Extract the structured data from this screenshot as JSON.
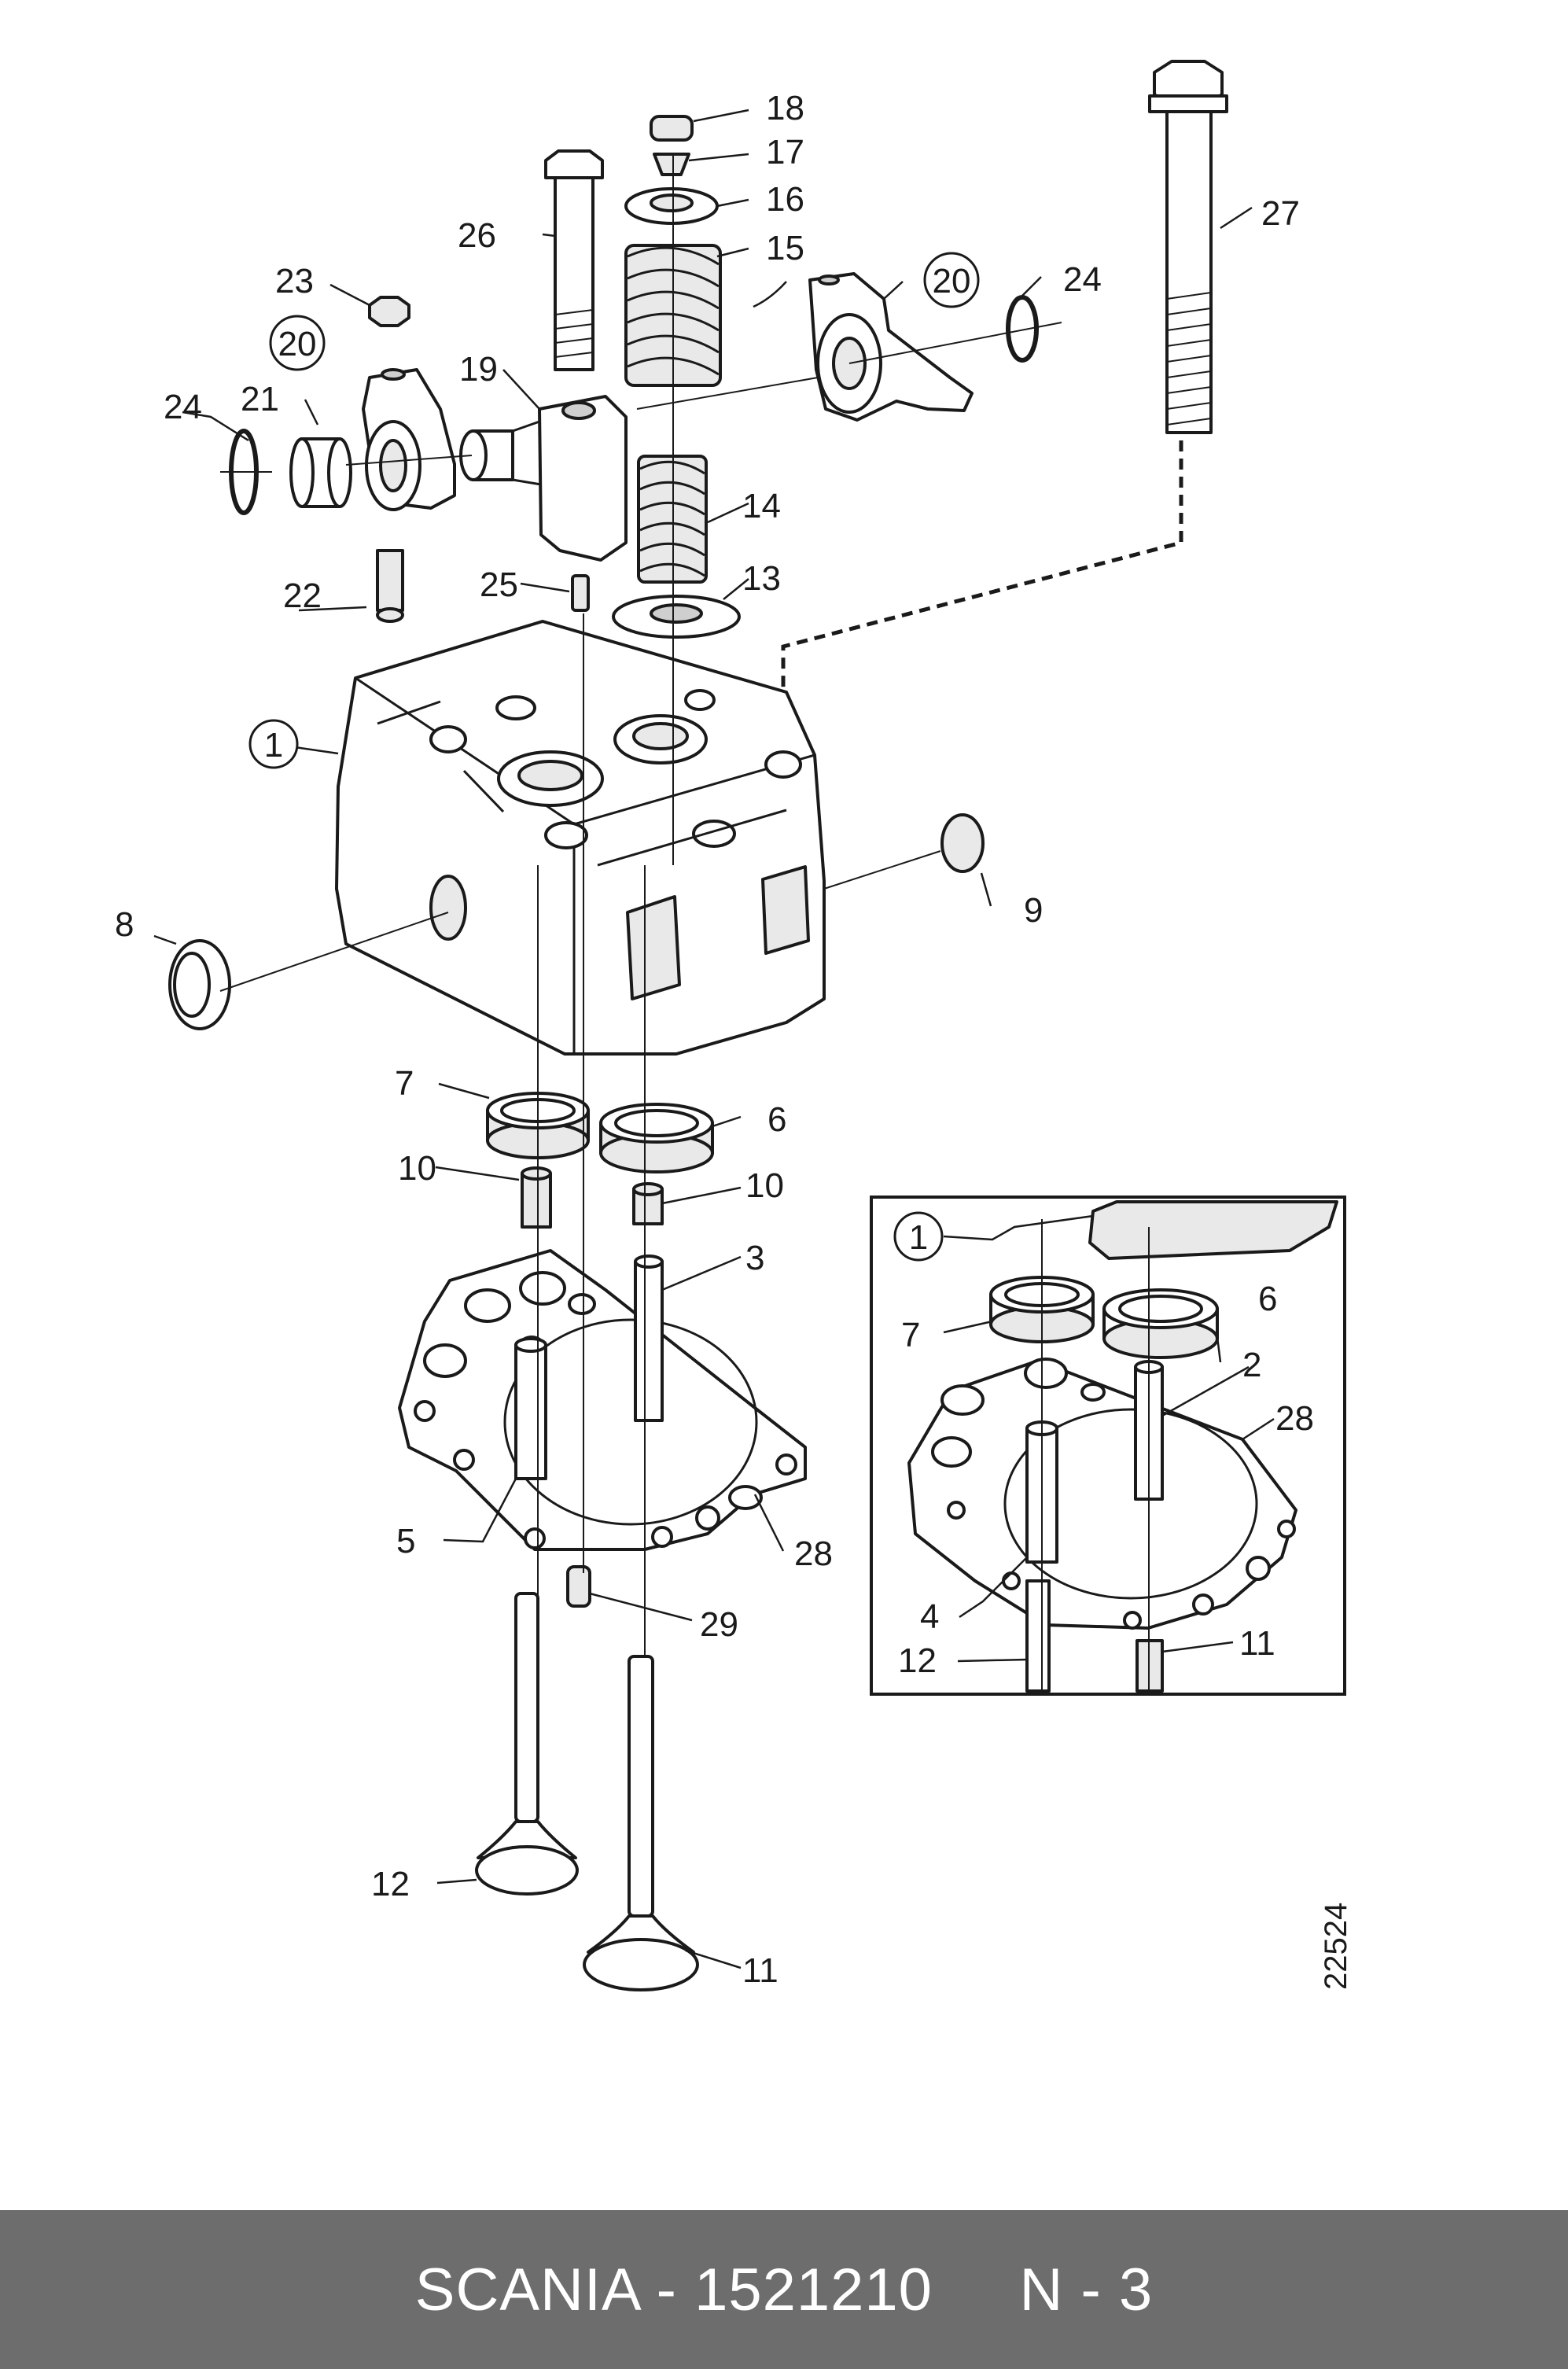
{
  "diagram": {
    "document_number": "22524",
    "callouts": {
      "c1": "1",
      "c2": "2",
      "c3": "3",
      "c4": "4",
      "c5": "5",
      "c6": "6",
      "c7": "7",
      "c8": "8",
      "c9": "9",
      "c10a": "10",
      "c10b": "10",
      "c11": "11",
      "c12": "12",
      "c13": "13",
      "c14": "14",
      "c15": "15",
      "c16": "16",
      "c17": "17",
      "c18": "18",
      "c19": "19",
      "c20a": "20",
      "c20b": "20",
      "c21": "21",
      "c22": "22",
      "c23": "23",
      "c24a": "24",
      "c24b": "24",
      "c25": "25",
      "c26": "26",
      "c27": "27",
      "c28": "28",
      "c29": "29"
    },
    "inset_callouts": {
      "c1": "1",
      "c2": "2",
      "c4": "4",
      "c6": "6",
      "c7": "7",
      "c11": "11",
      "c12": "12",
      "c28": "28"
    }
  },
  "footer": {
    "text": "SCANIA - 1521210     N - 3",
    "background_color": "#6d6d6d",
    "text_color": "#ffffff"
  }
}
